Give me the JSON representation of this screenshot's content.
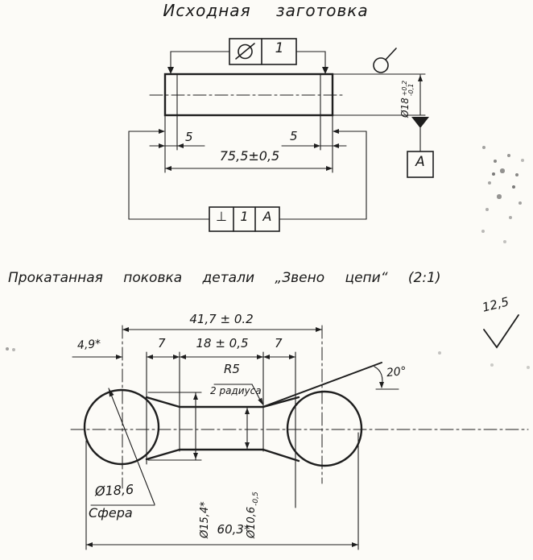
{
  "page": {
    "background": "#fcfbf7",
    "ink": "#1e1e1e"
  },
  "top_drawing": {
    "title": "Исходная заготовка",
    "tolerance_frame_top": {
      "symbol_icon": "cylindricity-symbol",
      "value": "1"
    },
    "surface_symbol_icon": "circle-with-check",
    "diameter": {
      "value": "Ø18",
      "upper": "+0,2",
      "lower": "-0,1"
    },
    "dim_left_offset": "5",
    "dim_right_offset": "5",
    "dim_length": "75,5±0,5",
    "tolerance_frame_bottom": {
      "symbol": "⊥",
      "value": "1",
      "datum": "A"
    },
    "datum_label": "A"
  },
  "bottom_drawing": {
    "title": "Прокатанная поковка детали „Звено цепи“ (2:1)",
    "roughness": "12,5",
    "roughness_icon": "check-mark",
    "dim_overall_top": "41,7 ± 0.2",
    "dim_left_star": "4,9*",
    "dim_seg_left": "7",
    "dim_center": "18 ± 0,5",
    "dim_seg_right": "7",
    "radius": "R5",
    "radius_note": "2 радиуса",
    "angle": "20°",
    "sphere_diameter": "Ø18,6",
    "sphere_label": "Сфера",
    "cone_diameter": "Ø15,4*",
    "bar_diameter": {
      "value": "Ø10,6",
      "lower": "-0,5"
    },
    "dim_overall_bottom": "60,3*"
  }
}
